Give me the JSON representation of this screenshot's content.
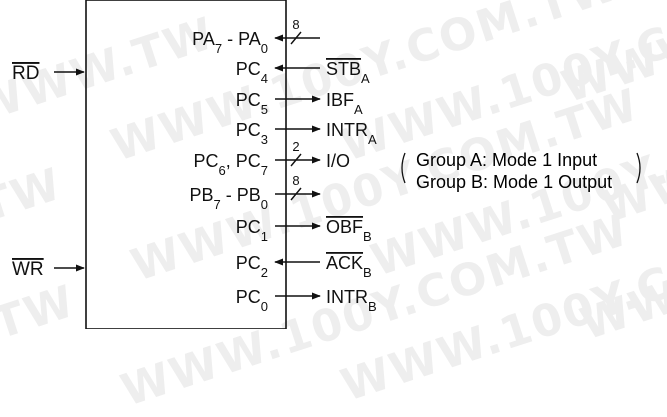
{
  "watermark": {
    "texts": [
      "WWW.TW",
      "WWW.100Y.COM.TW",
      "WWW.100Y.COM.TW",
      "WWW",
      "TW",
      "WWW.100Y.COM.TW",
      "WWW.100Y.COM.TW",
      "WWW",
      ".TW",
      "WWW.100Y.COM.TW",
      "WWW.100Y.COM.TW",
      "WW"
    ]
  },
  "inputs": {
    "rd": {
      "text": "RD",
      "overline": true
    },
    "wr": {
      "text": "WR",
      "overline": true
    }
  },
  "pins": [
    {
      "key": "pa",
      "name": [
        {
          "t": "PA"
        },
        {
          "t": "7",
          "sub": true
        },
        {
          "t": " - PA"
        },
        {
          "t": "0",
          "sub": true
        }
      ],
      "direction": "in",
      "bus": "8",
      "signal": []
    },
    {
      "key": "pc4",
      "name": [
        {
          "t": "PC"
        },
        {
          "t": "4",
          "sub": true
        }
      ],
      "direction": "in",
      "bus": "",
      "signal": [
        {
          "t": "STB",
          "over": true
        },
        {
          "t": "A",
          "sub": true
        }
      ]
    },
    {
      "key": "pc5",
      "name": [
        {
          "t": "PC"
        },
        {
          "t": "5",
          "sub": true
        }
      ],
      "direction": "out",
      "bus": "",
      "signal": [
        {
          "t": "IBF"
        },
        {
          "t": "A",
          "sub": true
        }
      ]
    },
    {
      "key": "pc3",
      "name": [
        {
          "t": "PC"
        },
        {
          "t": "3",
          "sub": true
        }
      ],
      "direction": "out",
      "bus": "",
      "signal": [
        {
          "t": "INTR"
        },
        {
          "t": "A",
          "sub": true
        }
      ]
    },
    {
      "key": "pc67",
      "name": [
        {
          "t": "PC"
        },
        {
          "t": "6",
          "sub": true
        },
        {
          "t": ", PC"
        },
        {
          "t": "7",
          "sub": true
        }
      ],
      "direction": "out",
      "bus": "2",
      "signal": [
        {
          "t": "I/O"
        }
      ]
    },
    {
      "key": "pb",
      "name": [
        {
          "t": "PB"
        },
        {
          "t": "7",
          "sub": true
        },
        {
          "t": " - PB"
        },
        {
          "t": "0",
          "sub": true
        }
      ],
      "direction": "out",
      "bus": "8",
      "signal": []
    },
    {
      "key": "pc1",
      "name": [
        {
          "t": "PC"
        },
        {
          "t": "1",
          "sub": true
        }
      ],
      "direction": "out",
      "bus": "",
      "signal": [
        {
          "t": "OBF",
          "over": true
        },
        {
          "t": "B",
          "sub": true
        }
      ]
    },
    {
      "key": "pc2",
      "name": [
        {
          "t": "PC"
        },
        {
          "t": "2",
          "sub": true
        }
      ],
      "direction": "in",
      "bus": "",
      "signal": [
        {
          "t": "ACK",
          "over": true
        },
        {
          "t": "B",
          "sub": true
        }
      ]
    },
    {
      "key": "pc0",
      "name": [
        {
          "t": "PC"
        },
        {
          "t": "0",
          "sub": true
        }
      ],
      "direction": "out",
      "bus": "",
      "signal": [
        {
          "t": "INTR"
        },
        {
          "t": "B",
          "sub": true
        }
      ]
    }
  ],
  "mode_note": {
    "line1": "Group A: Mode 1 Input",
    "line2": "Group B: Mode 1 Output"
  }
}
